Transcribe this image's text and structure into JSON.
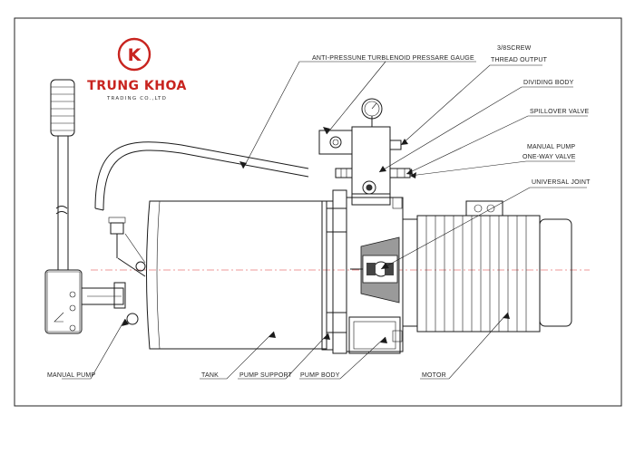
{
  "logo": {
    "mark": "K",
    "name": "TRUNG KHOA",
    "subtitle": "TRADING CO.,LTD",
    "color": "#c8241f"
  },
  "labels": {
    "anti_pressure": "ANTI-PRESSUNE TURBLENOID PRESSARE GAUGE",
    "thread_output_1": "3/8SCREW",
    "thread_output_2": "THREAD OUTPUT",
    "dividing_body": "DIVIDING BODY",
    "spillover_valve": "SPILLOVER VALVE",
    "manual_pump_valve_1": "MANUAL PUMP",
    "manual_pump_valve_2": "ONE-WAY VALVE",
    "universal_joint": "UNIVERSAL JOINT",
    "manual_pump": "MANUAL PUMP",
    "tank": "TANK",
    "pump_support": "PUMP SUPPORT",
    "pump_body": "PUMP BODY",
    "motor": "MOTOR"
  }
}
